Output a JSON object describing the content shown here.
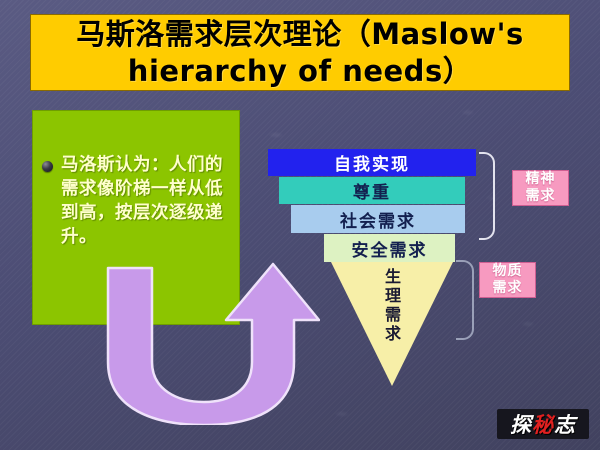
{
  "slide": {
    "title": "马斯洛需求层次理论（Maslow's hierarchy of needs）",
    "background_color": "#53547e"
  },
  "description": {
    "bullet_icon": "bullet-sphere-icon",
    "text": "马洛斯认为：人们的需求像阶梯一样从低到高，按层次逐级递升。",
    "box_color": "#8CC500",
    "text_color": "#FFFFCC"
  },
  "pyramid": {
    "layers": [
      {
        "label": "自我实现",
        "color": "#2222EE",
        "text_color": "#FFFFFF",
        "level": 5
      },
      {
        "label": "尊重",
        "color": "#33CCBB",
        "text_color": "#13204F",
        "level": 4
      },
      {
        "label": "社会需求",
        "color": "#A8CCEE",
        "text_color": "#13204F",
        "level": 3
      },
      {
        "label": "安全需求",
        "color": "#DDF2C2",
        "text_color": "#13204F",
        "level": 2
      },
      {
        "label": "生理需求",
        "color": "#F7EFA8",
        "text_color": "#1A1A32",
        "level": 1
      }
    ]
  },
  "groups": {
    "spiritual": {
      "label_line1": "精神",
      "label_line2": "需求",
      "color": "#F79AC0"
    },
    "material": {
      "label_line1": "物质",
      "label_line2": "需求",
      "color": "#F79AC0"
    }
  },
  "arrow": {
    "icon": "curved-up-arrow-icon",
    "fill": "#C89AEA"
  },
  "watermark": {
    "char1": "探",
    "char2": "秘",
    "char3": "志",
    "accent_color": "#E02020"
  }
}
